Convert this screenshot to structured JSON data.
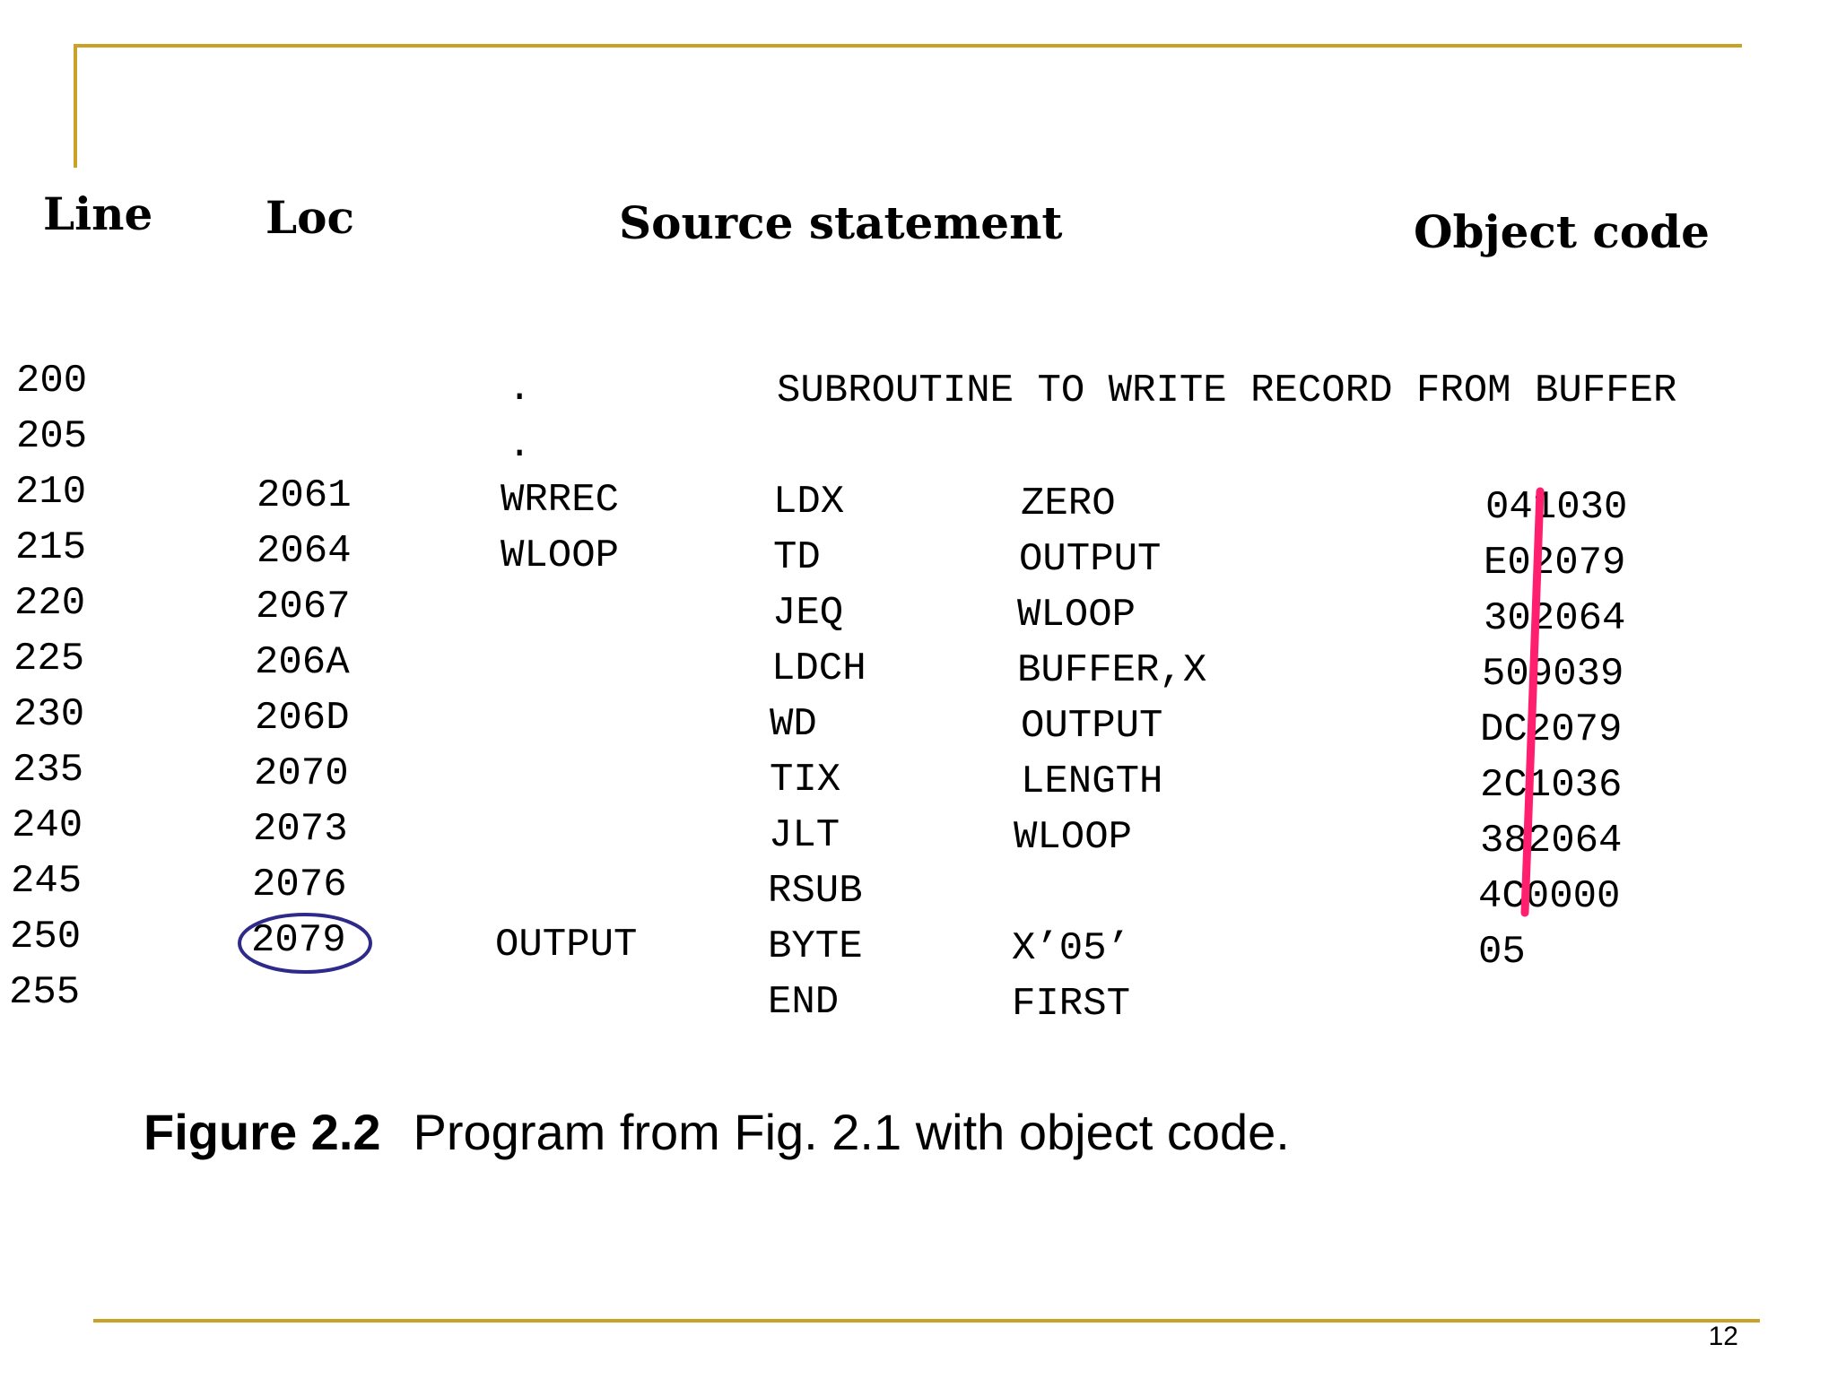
{
  "headers": {
    "line": "Line",
    "loc": "Loc",
    "source": "Source statement",
    "object": "Object code"
  },
  "rows": [
    {
      "line": "200",
      "loc": "",
      "label": ".",
      "op": "SUBROUTINE TO WRITE RECORD FROM BUFFER",
      "operand": "",
      "obj": ""
    },
    {
      "line": "205",
      "loc": "",
      "label": ".",
      "op": "",
      "operand": "",
      "obj": ""
    },
    {
      "line": "210",
      "loc": "2061",
      "label": "WRREC",
      "op": "LDX",
      "operand": "ZERO",
      "obj": "041030"
    },
    {
      "line": "215",
      "loc": "2064",
      "label": "WLOOP",
      "op": "TD",
      "operand": "OUTPUT",
      "obj": "E02079"
    },
    {
      "line": "220",
      "loc": "2067",
      "label": "",
      "op": "JEQ",
      "operand": "WLOOP",
      "obj": "302064"
    },
    {
      "line": "225",
      "loc": "206A",
      "label": "",
      "op": "LDCH",
      "operand": "BUFFER,X",
      "obj": "509039"
    },
    {
      "line": "230",
      "loc": "206D",
      "label": "",
      "op": "WD",
      "operand": "OUTPUT",
      "obj": "DC2079"
    },
    {
      "line": "235",
      "loc": "2070",
      "label": "",
      "op": "TIX",
      "operand": "LENGTH",
      "obj": "2C1036"
    },
    {
      "line": "240",
      "loc": "2073",
      "label": "",
      "op": "JLT",
      "operand": "WLOOP",
      "obj": "382064"
    },
    {
      "line": "245",
      "loc": "2076",
      "label": "",
      "op": "RSUB",
      "operand": "",
      "obj": "4C0000"
    },
    {
      "line": "250",
      "loc": "2079",
      "label": "OUTPUT",
      "op": "BYTE",
      "operand": "X’05’",
      "obj": "05"
    },
    {
      "line": "255",
      "loc": "",
      "label": "",
      "op": "END",
      "operand": "FIRST",
      "obj": ""
    }
  ],
  "caption": {
    "figure": "Figure 2.2",
    "text": "Program from Fig. 2.1 with object code."
  },
  "page_number": "12",
  "annotations": {
    "circled_loc": "2079",
    "circle_color": "#2e2a8c",
    "divider_color": "#ff1f6e"
  },
  "colors": {
    "rule": "#c9a227",
    "text": "#000000"
  }
}
